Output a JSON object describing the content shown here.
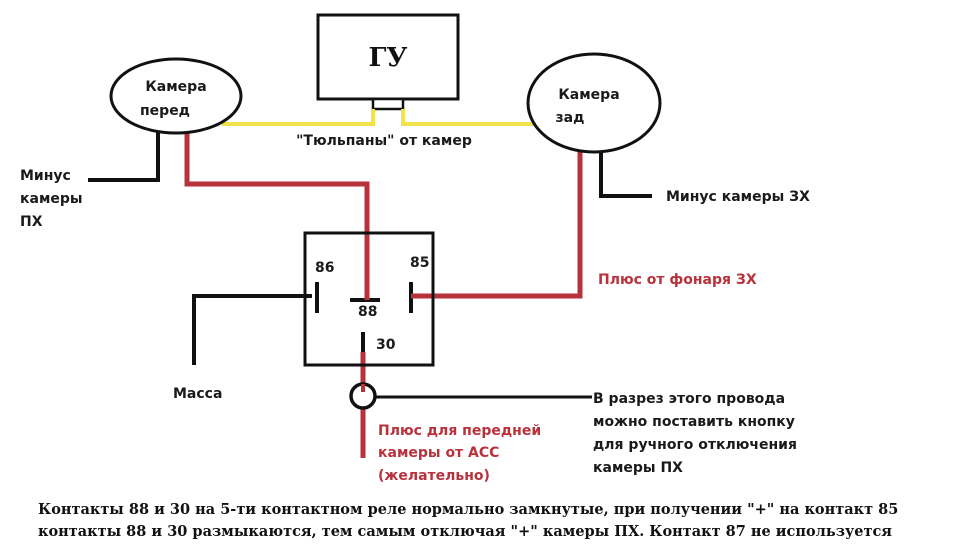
{
  "head_unit": {
    "label": "ГУ"
  },
  "camera_front": {
    "line1": "Камера",
    "line2": "перед"
  },
  "camera_rear": {
    "line1": "Камера",
    "line2": "зад"
  },
  "tulips_label": "\"Тюльпаны\" от камер",
  "minus_front": {
    "line1": "Минус",
    "line2": "камеры",
    "line3": "ПХ"
  },
  "minus_rear": "Минус камеры ЗХ",
  "relay": {
    "pin86": "86",
    "pin85": "85",
    "pin88": "88",
    "pin30": "30"
  },
  "plus_rear_light": "Плюс от фонаря ЗХ",
  "ground": "Масса",
  "button_note": {
    "line1": "В разрез этого провода",
    "line2": "можно поставить кнопку",
    "line3": "для ручного отключения",
    "line4": "камеры ПХ"
  },
  "plus_front": {
    "line1": "Плюс для передней",
    "line2": "камеры от АСС",
    "line3": "(желательно)"
  },
  "caption": {
    "line1": "Контакты 88 и 30 на 5-ти контактном реле нормально замкнутые, при получении \"+\" на контакт 85",
    "line2": "контакты 88 и 30 размыкаются, тем самым отключая \"+\" камеры ПХ. Контакт 87 не иcпользуется"
  },
  "colors": {
    "wire_black": "#111111",
    "wire_red": "#b8323c",
    "wire_yellow": "#f2e34a"
  }
}
